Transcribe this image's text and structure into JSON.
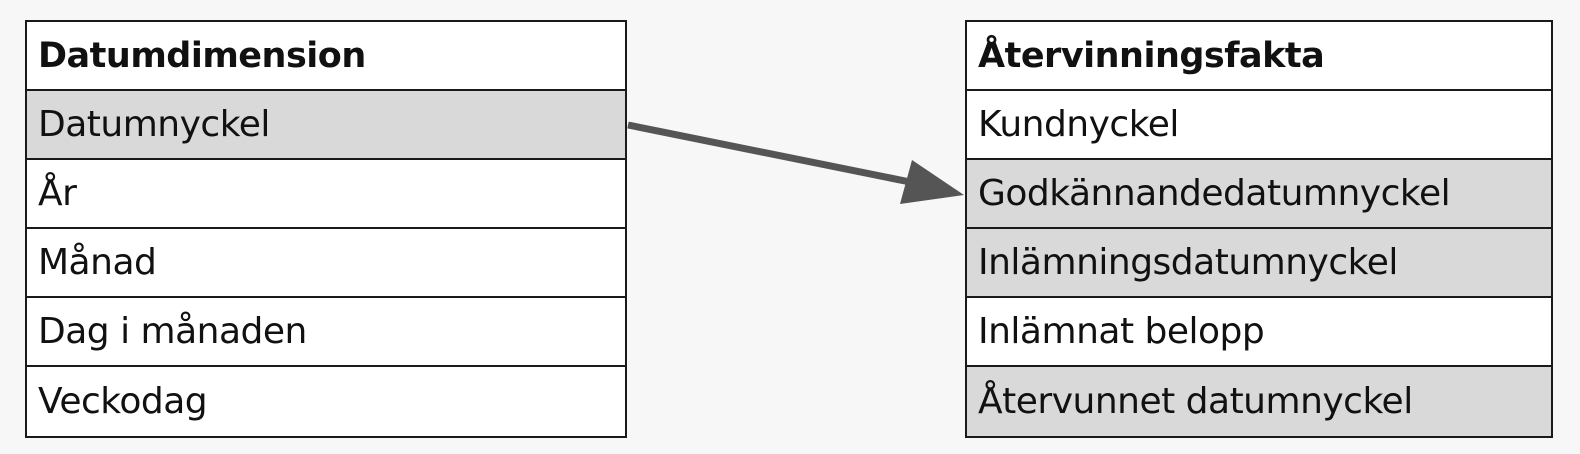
{
  "left_table": {
    "title": "Datumdimension",
    "rows": [
      {
        "label": "Datumnyckel",
        "highlighted": true
      },
      {
        "label": "År",
        "highlighted": false
      },
      {
        "label": "Månad",
        "highlighted": false
      },
      {
        "label": "Dag i månaden",
        "highlighted": false
      },
      {
        "label": "Veckodag",
        "highlighted": false
      }
    ]
  },
  "right_table": {
    "title": "Återvinningsfakta",
    "rows": [
      {
        "label": "Kundnyckel",
        "highlighted": false
      },
      {
        "label": "Godkännandedatumnyckel",
        "highlighted": true
      },
      {
        "label": "Inlämningsdatumnyckel",
        "highlighted": true
      },
      {
        "label": "Inlämnat belopp",
        "highlighted": false
      },
      {
        "label": "Återvunnet datumnyckel",
        "highlighted": true
      }
    ]
  },
  "relationship": {
    "from": "Datumnyckel",
    "to": "Godkännandedatumnyckel"
  },
  "colors": {
    "highlight": "#d9d9d9",
    "border": "#1a1a1a",
    "arrow": "#555555",
    "background": "#f7f7f7"
  }
}
